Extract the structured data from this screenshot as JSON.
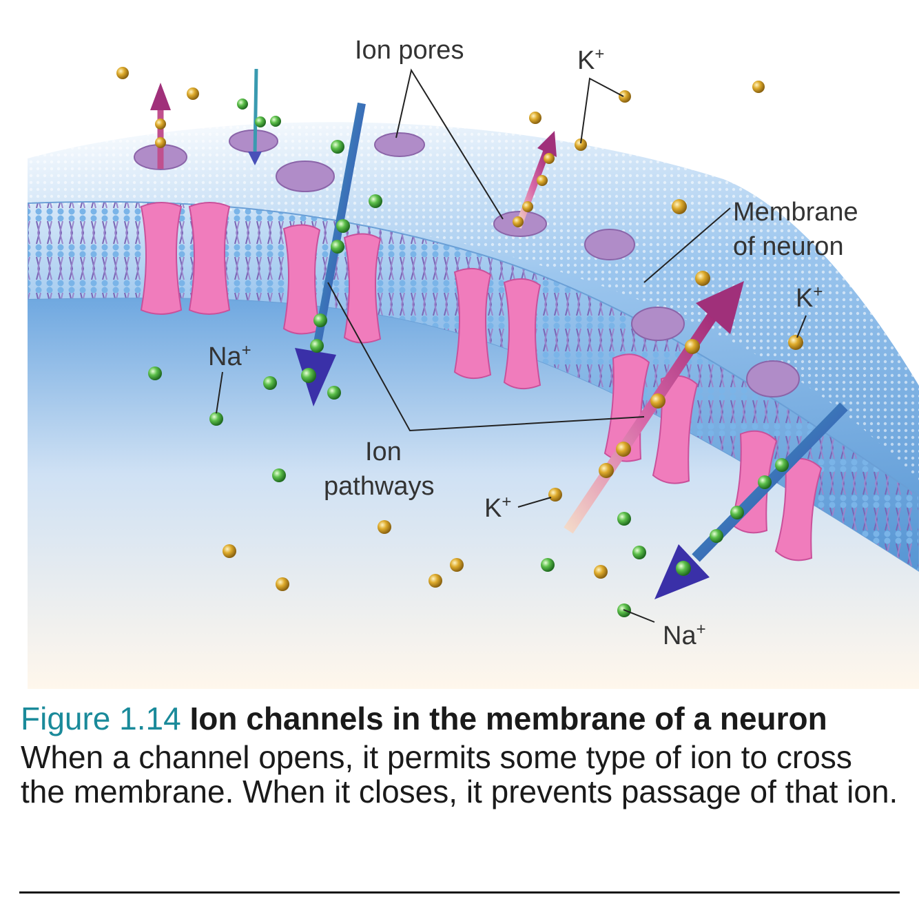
{
  "figure": {
    "labels": {
      "ion_pores": "Ion pores",
      "k_plus": "K",
      "na_plus": "Na",
      "plus_sign": "+",
      "membrane_line1": "Membrane",
      "membrane_line2": "of neuron",
      "ion_pathways_line1": "Ion",
      "ion_pathways_line2": "pathways"
    },
    "colors": {
      "extracellular": "#5a9fd8",
      "membrane_lipid": "#8a7cc0",
      "channel_protein": "#f07cbc",
      "pore_disc": "#b08cc8",
      "sodium_ion": "#3fa63f",
      "potassium_ion": "#d9a520",
      "na_arrow": "#3a40b0",
      "k_arrow": "#b0307a"
    }
  },
  "caption": {
    "figure_number": "Figure 1.14",
    "title": "Ion channels in the membrane of a neuron",
    "body": "When a channel opens, it permits some type of ion to cross the membrane. When it closes, it prevents passage of that ion."
  }
}
